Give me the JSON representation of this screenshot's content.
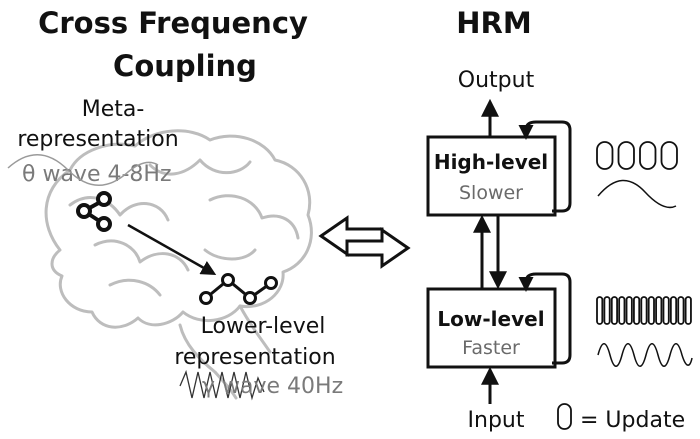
{
  "left": {
    "title_line1": "Cross Frequency",
    "title_line2": "Coupling",
    "meta_line1": "Meta-",
    "meta_line2": "representation",
    "theta_label": "θ wave 4-8Hz",
    "lower_line1": "Lower-level",
    "lower_line2": "representation",
    "gamma_label": "γ wave 40Hz"
  },
  "right": {
    "title": "HRM",
    "output_label": "Output",
    "input_label": "Input",
    "high_box": {
      "title": "High-level",
      "subtitle": "Slower"
    },
    "low_box": {
      "title": "Low-level",
      "subtitle": "Faster"
    },
    "legend_label": "= Update",
    "high_update_count": 4,
    "low_update_count": 13
  },
  "icons": [
    "brain-outline-icon",
    "node-graph-icon",
    "bidirectional-arrow-icon",
    "update-pill-icon"
  ]
}
